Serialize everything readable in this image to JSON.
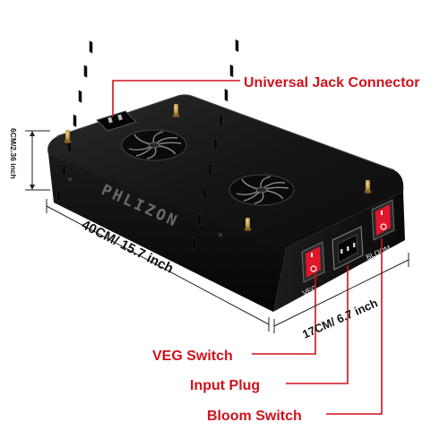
{
  "brand": "PHLIZON",
  "callouts": {
    "jack": "Universal Jack Connector",
    "veg_switch": "VEG Switch",
    "input_plug": "Input Plug",
    "bloom_switch": "Bloom Switch"
  },
  "dimensions": {
    "height": "6CM/2.36 inch",
    "length": "40CM/ 15.7 inch",
    "width": "17CM/ 6.7 inch"
  },
  "panel_labels": {
    "veg": "VEG",
    "bloom": "BLOOM"
  },
  "colors": {
    "callout": "#d0121b",
    "switch": "#e0162b",
    "body": "#161616"
  },
  "icons": [
    "fan-icon",
    "power-symbol-icon"
  ]
}
